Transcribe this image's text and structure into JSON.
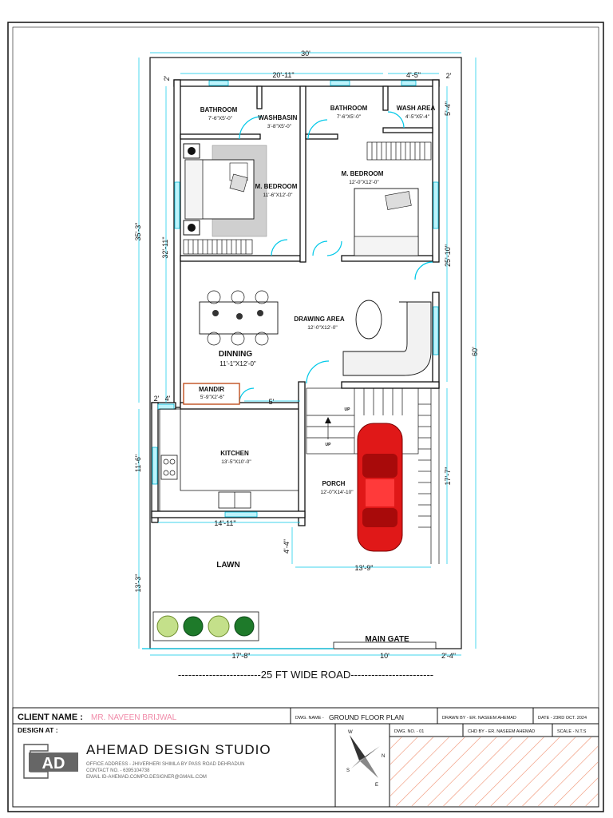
{
  "plan": {
    "overall_width": "30'",
    "overall_depth": "60'",
    "left_depth": "35'-3\"",
    "inner_depth": "32'-11\"",
    "top_left_width": "20'-11\"",
    "top_right_width": "4'-5\"",
    "top_gap_right": "2'",
    "top_gap_left": "2'",
    "wash_depth": "5'-4\"",
    "right_mid": "25'-10\"",
    "kitchen_depth": "11'-6\"",
    "lawn_depth": "13'-3\"",
    "porch_depth": "17'-7\"",
    "small_gap": "2'",
    "small_gap2": "4'",
    "passage": "5'",
    "kitchen_width": "14'-11\"",
    "porch_small": "4'-4\"",
    "porch_width": "13'-9\"",
    "bottom_left": "17'-8\"",
    "bottom_mid": "10'",
    "bottom_right": "2'-4\"",
    "road": "------------------------25 FT WIDE ROAD------------------------",
    "main_gate": "MAIN GATE",
    "lawn": "LAWN",
    "up1": "UP",
    "up2": "UP"
  },
  "rooms": {
    "bath1": {
      "name": "BATHROOM",
      "size": "7'-6\"X5'-0\""
    },
    "washbasin": {
      "name": "WASHBASIN",
      "size": "3'-8\"X5'-0\""
    },
    "bath2": {
      "name": "BATHROOM",
      "size": "7'-6\"X5'-0\""
    },
    "wash_area": {
      "name": "WASH AREA",
      "size": "4'-5\"X5'-4\""
    },
    "bed1": {
      "name": "M. BEDROOM",
      "size": "11'-6\"X12'-0\""
    },
    "bed2": {
      "name": "M. BEDROOM",
      "size": "12'-0\"X12'-0\""
    },
    "drawing": {
      "name": "DRAWING AREA",
      "size": "12'-0\"X12'-0\""
    },
    "dinning": {
      "name": "DINNING",
      "size": "11'-1\"X12'-0\""
    },
    "mandir": {
      "name": "MANDIR",
      "size": "5'-9\"X2'-6\""
    },
    "kitchen": {
      "name": "KITCHEN",
      "size": "13'-5\"X10'-0\""
    },
    "porch": {
      "name": "PORCH",
      "size": "12'-0\"X14'-10\""
    }
  },
  "title_block": {
    "client_label": "CLIENT NAME :",
    "client_name": "MR. NAVEEN BRIJWAL",
    "dwg_name_label": "DWG. NAME -",
    "dwg_name": "GROUND FLOOR PLAN",
    "drawn_by": "DRAWN BY - ER. NASEEM AHEMAD",
    "date": "DATE - 23RD OCT. 2024",
    "design_at": "DESIGN AT :",
    "dwg_no": "DWG. NO. - 01",
    "chd_by": "CHD BY - ER. NASEEM AHEMAD",
    "scale": "SCALE - N.T.S",
    "logo_letters": "AD",
    "studio": "AHEMAD DESIGN STUDIO",
    "address": "OFFICE ADDRESS - JHIVERHERI SHIMLA BY PASS ROAD DEHRADUN",
    "contact": "CONTACT NO. - 6395104738",
    "email": "EMAIL ID-AHEMAD.COMPO.DESIGNER@GMAIL.COM",
    "compass": {
      "n": "N",
      "s": "S",
      "e": "E",
      "w": "W"
    }
  },
  "colors": {
    "cyan": "#00c8e8",
    "car": "#e01818",
    "client": "#f08aa8",
    "hatch": "#f09070",
    "mandir": "#c05020",
    "carpet": "#cfcfcf"
  }
}
